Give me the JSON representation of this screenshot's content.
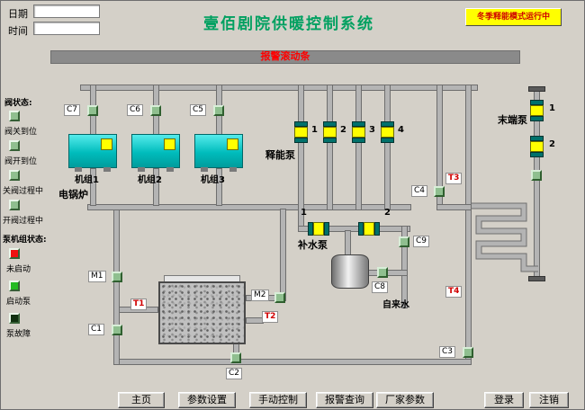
{
  "colors": {
    "title": "#00a060",
    "alarm_text": "#ff0000",
    "mode_button_bg": "#ffff00",
    "valve_indicator": "#8fbf8f"
  },
  "header": {
    "date_label": "日期",
    "time_label": "时间",
    "date_value": "",
    "time_value": "",
    "title": "壹佰剧院供暖控制系统",
    "mode_button": "冬季释能模式运行中"
  },
  "alarm": {
    "text": "报警滚动条"
  },
  "legend": {
    "valve_title": "阀状态:",
    "valve_items": [
      "阀关到位",
      "阀开到位",
      "关阀过程中",
      "开阀过程中"
    ],
    "pump_title": "泵机组状态:",
    "pump_items": [
      {
        "label": "未启动",
        "color": "#ee1111"
      },
      {
        "label": "启动泵",
        "color": "#22bb22"
      },
      {
        "label": "泵故障",
        "color": "#10300f"
      }
    ]
  },
  "diagram": {
    "boiler_units": [
      "机组1",
      "机组2",
      "机组3"
    ],
    "boiler_type": "电锅炉",
    "release_pumps": {
      "label": "释能泵",
      "numbers": [
        "1",
        "2",
        "3",
        "4"
      ]
    },
    "end_pumps": {
      "label": "末端泵",
      "numbers": [
        "1",
        "2"
      ]
    },
    "makeup_pumps": {
      "label": "补水泵",
      "numbers": [
        "1",
        "2"
      ]
    },
    "tap_water": "自来水",
    "valves": {
      "c1": "C1",
      "c2": "C2",
      "c3": "C3",
      "c4": "C4",
      "c5": "C5",
      "c6": "C6",
      "c7": "C7",
      "c8": "C8",
      "c9": "C9"
    },
    "meters": {
      "m1": "M1",
      "m2": "M2"
    },
    "temps": {
      "t1": "T1",
      "t2": "T2",
      "t3": "T3",
      "t4": "T4"
    }
  },
  "footer": {
    "nav": [
      "主页",
      "参数设置",
      "手动控制",
      "报警查询",
      "厂家参数"
    ],
    "auth": [
      "登录",
      "注销"
    ]
  }
}
